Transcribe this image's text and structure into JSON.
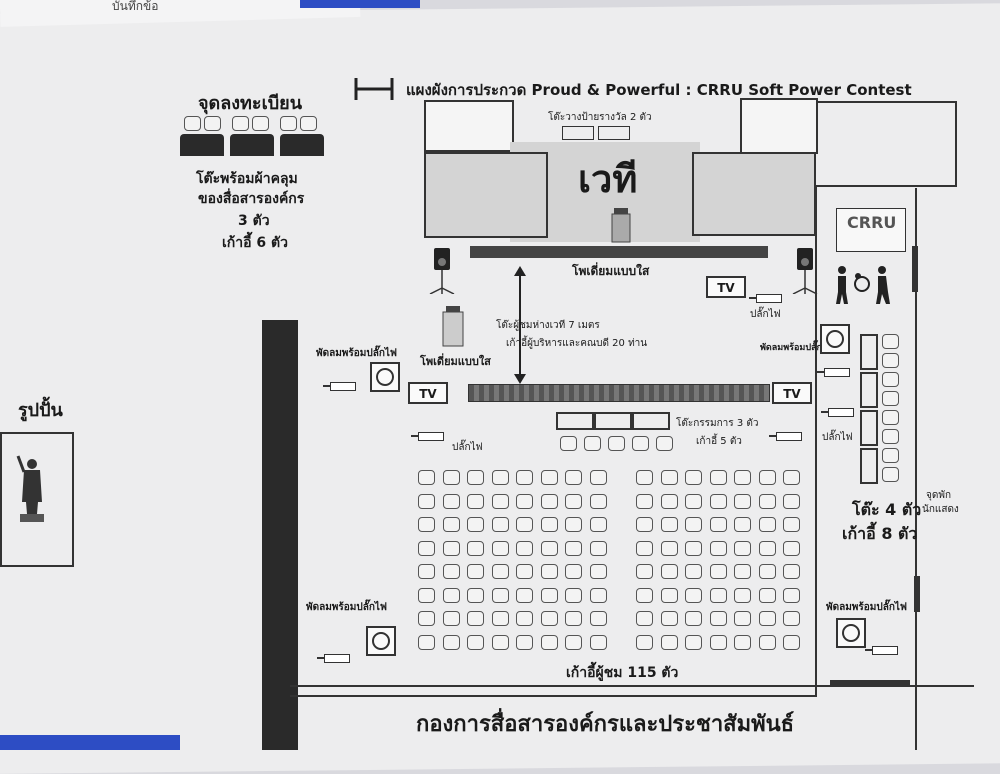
{
  "title": "แผงผังการประกวด Proud & Powerful : CRRU Soft Power Contest",
  "registration": {
    "title": "จุดลงทะเบียน",
    "desc1": "โต๊ะพร้อมผ้าคลุม",
    "desc2": "ของสื่อสารองค์กร",
    "desc3": "3 ตัว",
    "desc4": "เก้าอี้ 6 ตัว"
  },
  "statue": {
    "label": "รูปปั้น"
  },
  "stage": {
    "label": "เวที",
    "award_table": "โต๊ะวางป้ายรางวัล 2 ตัว",
    "podium_clear": "โพเดี่ยมแบบใส",
    "distance": "โต๊ะผู้ชมห่างเวที 7 เมตร",
    "podium_small": "โพเดี่ยมแบบใส"
  },
  "logo": {
    "text": "CRRU"
  },
  "tv_label": "TV",
  "plug_label": "ปลั๊กไฟ",
  "fan_label": "พัดลมพร้อมปลั๊กไฟ",
  "executives": "เก้าอี้ผู้บริหารและคณบดี 20 ท่าน",
  "judges": {
    "tables": "โต๊ะกรรมการ 3 ตัว",
    "chairs": "เก้าอี้ 5 ตัว"
  },
  "side": {
    "tables": "โต๊ะ 4 ตัว",
    "chairs": "เก้าอี้ 8 ตัว",
    "rest1": "จุดพัก",
    "rest2": "นักแสดง"
  },
  "audience": "เก้าอี้ผู้ชม 115 ตัว",
  "footer": "กองการสื่อสารองค์กรและประชาสัมพันธ์",
  "scrap": "บันทึกข้อ"
}
